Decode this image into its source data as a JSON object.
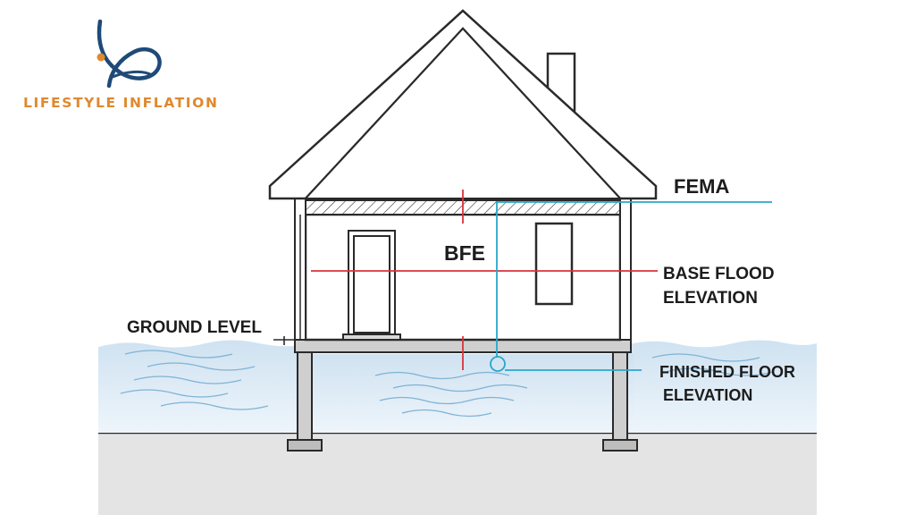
{
  "brand": {
    "name": "LIFESTYLE INFLATION",
    "colors": {
      "orange": "#e0892f",
      "navy": "#1e4a78"
    },
    "icon": "infinity-swoosh-logo"
  },
  "labels": {
    "ground_level": "GROUND LEVEL",
    "bfe": "BFE",
    "fema": "FEMA",
    "base_flood_line1": "BASE FLOOD",
    "base_flood_line2": "ELEVATION",
    "finished_floor_line1": "FINISHED FLOOR",
    "finished_floor_line2": "ELEVATION"
  },
  "colors": {
    "outline": "#2a2a2a",
    "bfe_line": "#d8323c",
    "ffe_line": "#2aa7c9",
    "water": "#dbe9f4",
    "ground": "#e4e4e4"
  }
}
